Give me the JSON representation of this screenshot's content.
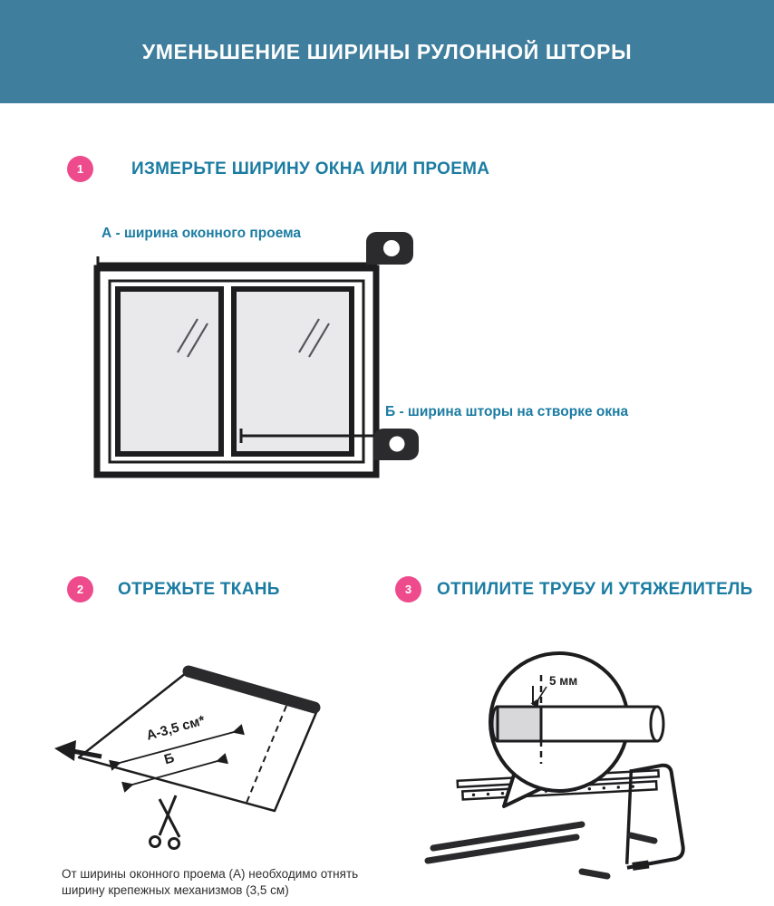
{
  "header": {
    "title": "УМЕНЬШЕНИЕ ШИРИНЫ РУЛОННОЙ ШТОРЫ"
  },
  "steps": [
    {
      "number": "1",
      "title": "ИЗМЕРЬТЕ ШИРИНУ ОКНА ИЛИ ПРОЕМА"
    },
    {
      "number": "2",
      "title": "ОТРЕЖЬТЕ ТКАНЬ"
    },
    {
      "number": "3",
      "title": "ОТПИЛИТЕ ТРУБУ И УТЯЖЕЛИТЕЛЬ"
    }
  ],
  "figure1": {
    "label_a": "А - ширина оконного проема",
    "label_b": "Б - ширина шторы на створке окна"
  },
  "figure2": {
    "cut_width_label": "А-3,5 см*",
    "sash_width_label": "Б"
  },
  "figure3": {
    "offset_label": "5 мм"
  },
  "footnote": "От ширины оконного проема (А) необходимо отнять ширину крепежных механизмов (3,5 см)",
  "colors": {
    "header_bg": "#3f7e9d",
    "accent_teal": "#1b7ca2",
    "step_badge_pink": "#ee4b8c",
    "ink": "#1d1d1f",
    "glass_gray": "#e9e9ec"
  }
}
